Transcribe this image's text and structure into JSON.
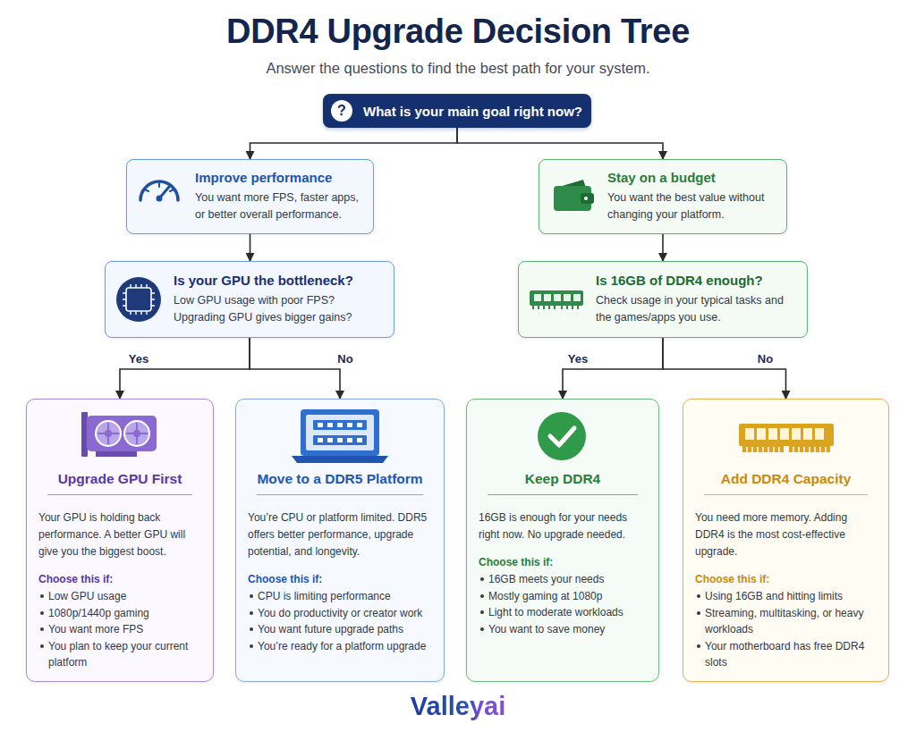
{
  "diagram": {
    "title": "DDR4 Upgrade Decision Tree",
    "nodes": [
      {
        "text": [
          "?",
          "What is your main goal right now?"
        ]
      },
      {
        "text": [
          "Improve performance",
          "You want more FPS, faster apps, or better overall performance."
        ]
      },
      {
        "text": [
          "Stay on a budget",
          "You want the best value without changing your platform."
        ]
      },
      {
        "text": [
          "GPU",
          "Is your GPU the bottleneck?",
          "Low GPU usage with poor FPS? Upgrading GPU gives bigger gains?"
        ]
      },
      {
        "text": [
          "Is 16GB of DDR4 enough?",
          "Check usage in your typical tasks and the games/apps you use."
        ]
      },
      {
        "text": [
          "Upgrade GPU First",
          "Your GPU is holding back performance. A better GPU will give you the biggest boost.",
          "Choose this if:",
          "Low GPU usage",
          "1080p/1440p gaming",
          "You want more FPS",
          "You plan to keep your current platform"
        ]
      },
      {
        "text": [
          "Move to a DDR5 Platform",
          "You’re CPU or platform limited. DDR5 offers better performance, upgrade potential, and longevity.",
          "Choose this if:",
          "CPU is limiting performance",
          "You do productivity or creator work",
          "You want future upgrade paths",
          "You’re ready for a platform upgrade"
        ]
      },
      {
        "text": [
          "Keep DDR4",
          "16GB is enough for your needs right now. No upgrade needed.",
          "Choose this if:",
          "16GB meets your needs",
          "Mostly gaming at 1080p",
          "Light to moderate workloads",
          "You want to save money"
        ]
      },
      {
        "text": [
          "Add DDR4 Capacity",
          "You need more memory. Adding DDR4 is the most cost-effective upgrade.",
          "Choose this if:",
          "Using 16GB and hitting limits",
          "Streaming, multitasking, or heavy workloads",
          "Your motherboard has free DDR4 slots"
        ]
      }
    ],
    "edges": [
      {
        "from": 0,
        "to": 1,
        "arrow": "to"
      },
      {
        "from": 0,
        "to": 2,
        "arrow": "to"
      },
      {
        "from": 1,
        "to": 3,
        "arrow": "to"
      },
      {
        "from": 2,
        "to": 4,
        "arrow": "to"
      },
      {
        "from": 3,
        "to": 5,
        "label": "Yes",
        "arrow": "to"
      },
      {
        "from": 3,
        "to": 6,
        "label": "No",
        "arrow": "to"
      },
      {
        "from": 4,
        "to": 7,
        "label": "Yes",
        "arrow": "to"
      },
      {
        "from": 4,
        "to": 8,
        "label": "No",
        "arrow": "to"
      }
    ],
    "labels": [
      "Answer the questions to find the best path for your system.",
      "Valleyai"
    ]
  }
}
